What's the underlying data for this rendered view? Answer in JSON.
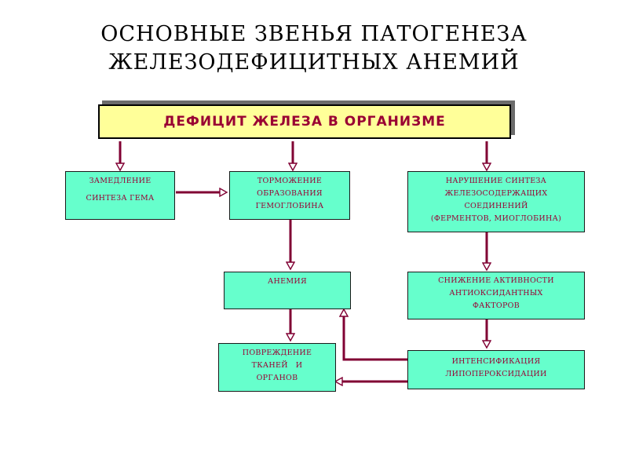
{
  "title": {
    "line1": "ОСНОВНЫЕ  ЗВЕНЬЯ  ПАТОГЕНЕЗА",
    "line2": "ЖЕЛЕЗОДЕФИЦИТНЫХ  АНЕМИЙ"
  },
  "top_box": {
    "label": "ДЕФИЦИТ  ЖЕЛЕЗА  В  ОРГАНИЗМЕ"
  },
  "nodes": {
    "heme": {
      "lines": [
        "ЗАМЕДЛЕНИЕ",
        "СИНТЕЗА ГЕМА"
      ]
    },
    "hemoglobin": {
      "lines": [
        "ТОРМОЖЕНИЕ",
        "ОБРАЗОВАНИЯ",
        "ГЕМОГЛОБИНА"
      ]
    },
    "synthesis": {
      "lines": [
        "НАРУШЕНИЕ СИНТЕЗА",
        "ЖЕЛЕЗОСОДЕРЖАЩИХ",
        "СОЕДИНЕНИЙ",
        "(ФЕРМЕНТОВ, МИОГЛОБИНА)"
      ]
    },
    "anemia": {
      "lines": [
        "АНЕМИЯ"
      ]
    },
    "antioxidant": {
      "lines": [
        "СНИЖЕНИЕ  АКТИВНОСТИ",
        "АНТИОКСИДАНТНЫХ",
        "ФАКТОРОВ"
      ]
    },
    "damage": {
      "lines": [
        "ПОВРЕЖДЕНИЕ",
        "ТКАНЕЙ   И",
        "ОРГАНОВ"
      ]
    },
    "lipid": {
      "lines": [
        "ИНТЕНСИФИКАЦИЯ",
        "ЛИПОПЕРОКСИДАЦИИ"
      ]
    }
  },
  "colors": {
    "box_fill": "#66ffcc",
    "top_box_fill": "#ffff99",
    "text": "#990033",
    "connector": "#800033"
  }
}
